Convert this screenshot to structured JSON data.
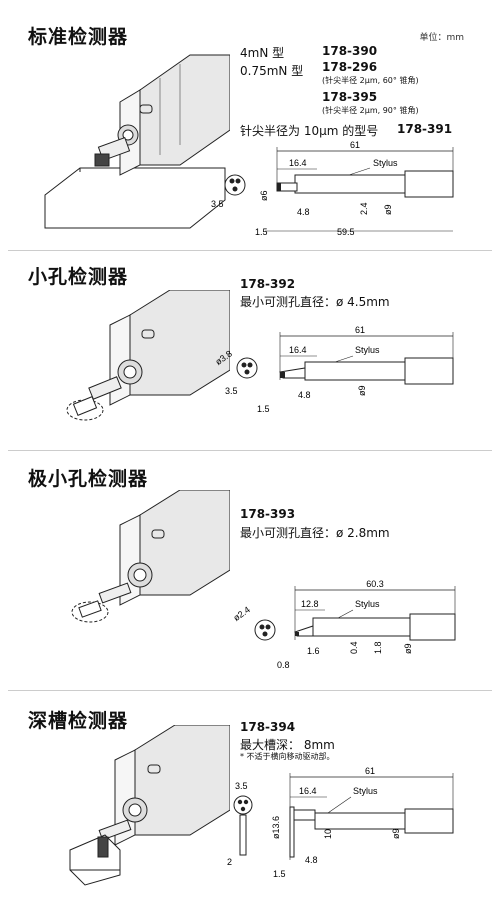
{
  "unit_label": "单位：mm",
  "sections": [
    {
      "title": "标准检测器",
      "lines": [
        {
          "text": "4mN 型",
          "code": "178-390"
        },
        {
          "text": "0.75mN 型",
          "code": "178-296",
          "note": "(针尖半径 2μm, 60° 锥角)"
        },
        {
          "text": "",
          "code": "178-395",
          "note": "(针尖半径 2μm, 90° 锥角)"
        },
        {
          "text": "针尖半径为 10μm 的型号",
          "code": "178-391"
        }
      ],
      "dims": {
        "total": "61",
        "a": "16.4",
        "stylus": "Stylus",
        "d6": "ø6",
        "d9": "ø9",
        "l48": "4.8",
        "l24": "2.4",
        "l15": "1.5",
        "l595": "59.5",
        "l35": "3.5"
      }
    },
    {
      "title": "小孔检测器",
      "code": "178-392",
      "desc": "最小可测孔直径：ø 4.5mm",
      "dims": {
        "total": "61",
        "a": "16.4",
        "stylus": "Stylus",
        "d38": "ø3.8",
        "d9": "ø9",
        "l35": "3.5",
        "l48": "4.8",
        "l15": "1.5"
      }
    },
    {
      "title": "极小孔检测器",
      "code": "178-393",
      "desc": "最小可测孔直径：ø 2.8mm",
      "dims": {
        "total": "60.3",
        "a": "12.8",
        "stylus": "Stylus",
        "d24": "ø2.4",
        "d9": "ø9",
        "l16": "1.6",
        "l04": "0.4",
        "l18": "1.8",
        "l08": "0.8"
      }
    },
    {
      "title": "深槽检测器",
      "code": "178-394",
      "desc": "最大槽深：  8mm",
      "note": "* 不适于横向移动驱动部。",
      "dims": {
        "total": "61",
        "a": "16.4",
        "stylus": "Stylus",
        "d136": "ø13.6",
        "d9": "ø9",
        "l10": "10",
        "l35": "3.5",
        "l2": "2",
        "l15": "1.5",
        "l48": "4.8"
      }
    }
  ]
}
